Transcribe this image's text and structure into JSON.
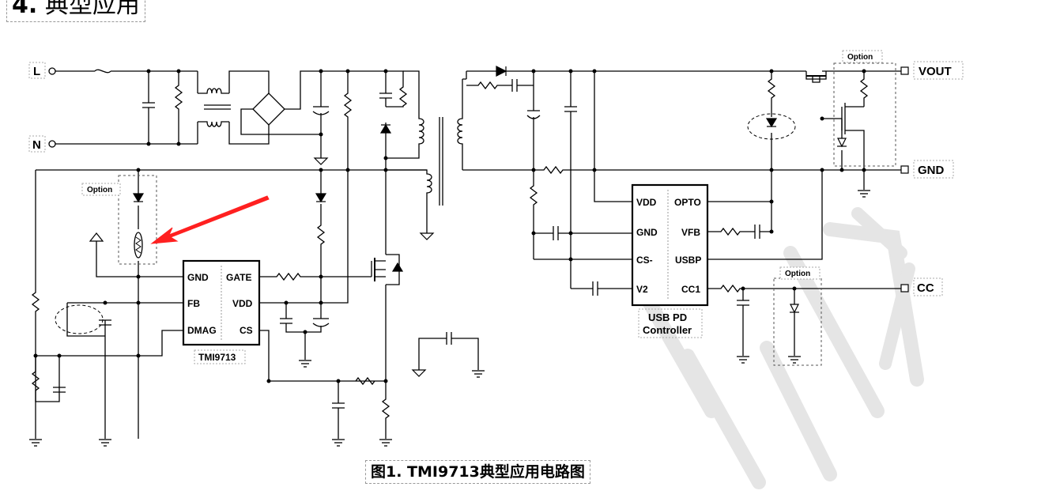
{
  "section": {
    "number": "4.",
    "title": "典型应用"
  },
  "caption": "图1. TMI9713典型应用电路图",
  "terminals": {
    "l": "L",
    "n": "N",
    "vout": "VOUT",
    "gnd": "GND",
    "cc": "CC"
  },
  "option_labels": {
    "left": "Option",
    "top_right": "Option",
    "right": "Option"
  },
  "ic_tmi9713": {
    "name": "TMI9713",
    "pins": {
      "gnd": "GND",
      "fb": "FB",
      "dmag": "DMAG",
      "gate": "GATE",
      "vdd": "VDD",
      "cs": "CS"
    }
  },
  "ic_usbpd": {
    "name_line1": "USB PD",
    "name_line2": "Controller",
    "pins": {
      "vdd": "VDD",
      "gnd": "GND",
      "cs": "CS-",
      "v2": "V2",
      "opto": "OPTO",
      "vfb": "VFB",
      "usbp": "USBP",
      "cc1": "CC1"
    }
  },
  "watermark": "电子",
  "colors": {
    "wire": "#000000",
    "arrow": "#ff2020",
    "watermark": "#c8c8c8",
    "dashed_box": "#555555"
  }
}
